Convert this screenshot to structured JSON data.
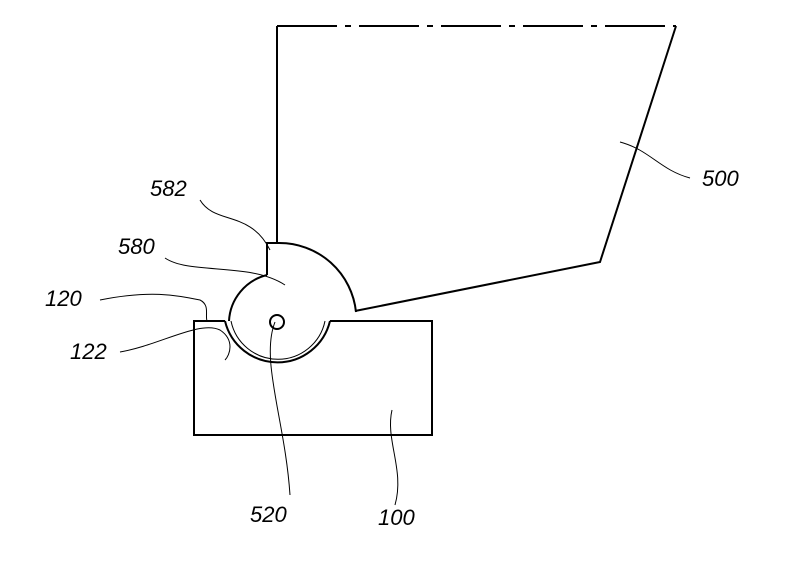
{
  "labels": {
    "plate": "500",
    "step": "582",
    "hinge_body": "580",
    "base_top": "120",
    "groove": "122",
    "pivot": "520",
    "base": "100"
  }
}
